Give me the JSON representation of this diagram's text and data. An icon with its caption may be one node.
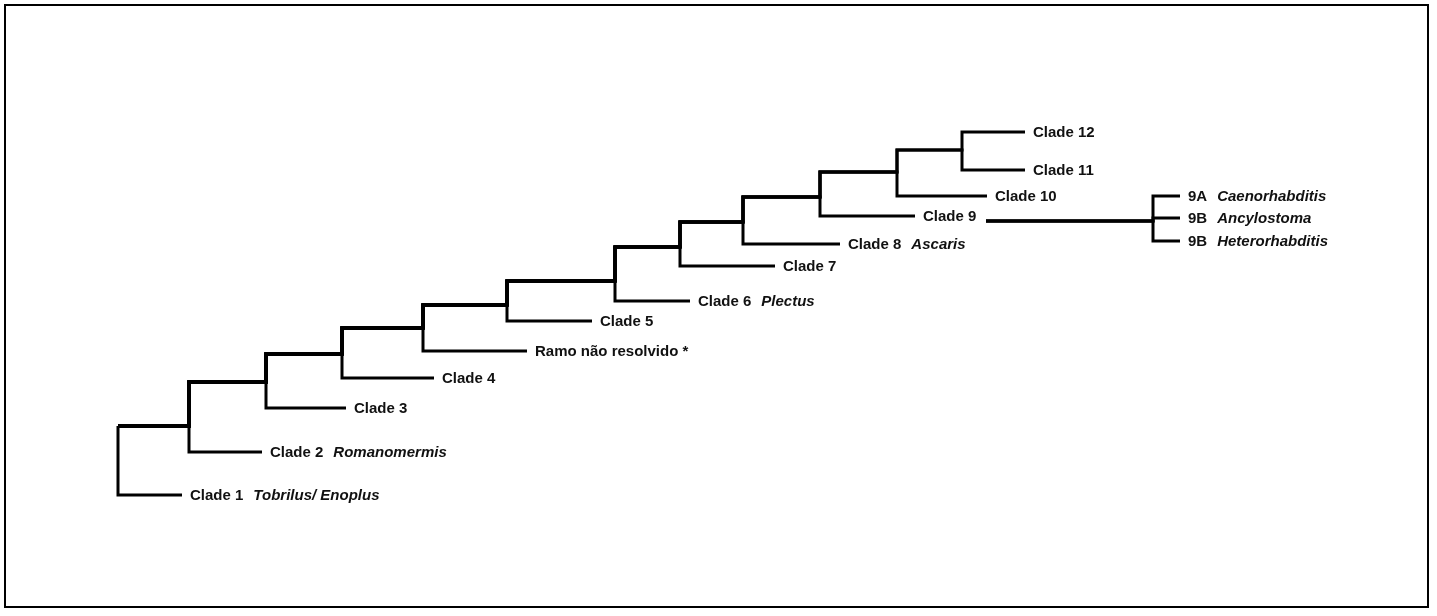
{
  "diagram": {
    "nodes": [
      {
        "text": [
          "Clade 12"
        ]
      },
      {
        "text": [
          "Clade 11"
        ]
      },
      {
        "text": [
          "Clade 10"
        ]
      },
      {
        "text": [
          "9A",
          "Caenorhabditis"
        ]
      },
      {
        "text": [
          "Clade 9"
        ]
      },
      {
        "text": [
          "9B",
          "Ancylostoma"
        ]
      },
      {
        "text": [
          "9B",
          "Heterorhabditis"
        ]
      },
      {
        "text": [
          "Clade 8",
          "Ascaris"
        ]
      },
      {
        "text": [
          "Clade 7"
        ]
      },
      {
        "text": [
          "Clade 6",
          "Plectus"
        ]
      },
      {
        "text": [
          "Clade 5"
        ]
      },
      {
        "text": [
          "Ramo não resolvido *"
        ]
      },
      {
        "text": [
          "Clade 4"
        ]
      },
      {
        "text": [
          "Clade 3"
        ]
      },
      {
        "text": [
          "Clade 2",
          "Romanomermis"
        ]
      },
      {
        "text": [
          "Clade 1",
          "Tobrilus/ Enoplus"
        ]
      }
    ],
    "edges": [
      {
        "from": null,
        "to": 0,
        "arrow": "none"
      },
      {
        "from": null,
        "to": 1,
        "arrow": "none"
      },
      {
        "from": null,
        "to": 2,
        "arrow": "none"
      },
      {
        "from": null,
        "to": 4,
        "arrow": "none"
      },
      {
        "from": null,
        "to": 7,
        "arrow": "none"
      },
      {
        "from": null,
        "to": 8,
        "arrow": "none"
      },
      {
        "from": null,
        "to": 9,
        "arrow": "none"
      },
      {
        "from": null,
        "to": 10,
        "arrow": "none"
      },
      {
        "from": null,
        "to": 11,
        "arrow": "none"
      },
      {
        "from": null,
        "to": 12,
        "arrow": "none"
      },
      {
        "from": null,
        "to": 13,
        "arrow": "none"
      },
      {
        "from": null,
        "to": 14,
        "arrow": "none"
      },
      {
        "from": null,
        "to": 15,
        "arrow": "none"
      },
      {
        "from": 4,
        "to": 3,
        "arrow": "none"
      },
      {
        "from": 4,
        "to": 5,
        "arrow": "none"
      },
      {
        "from": 4,
        "to": 6,
        "arrow": "none"
      }
    ]
  }
}
